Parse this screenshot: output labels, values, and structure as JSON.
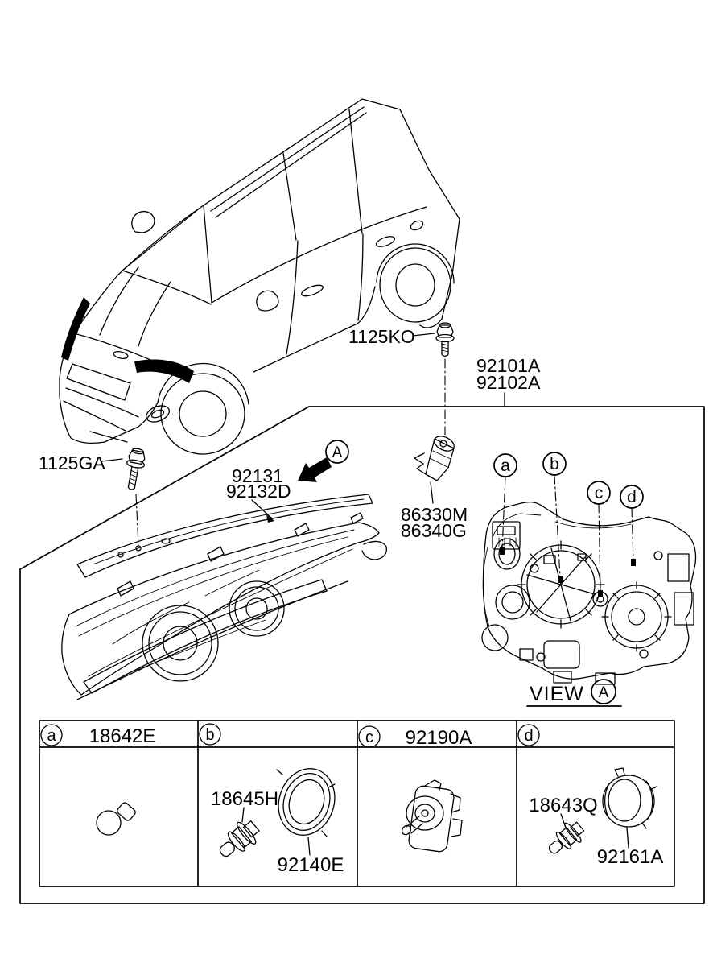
{
  "page": {
    "background": "#ffffff",
    "line_color": "#000000"
  },
  "labels": {
    "bolt_upper": "1125KO",
    "headlamp_assy_rh": "92101A",
    "headlamp_assy_lh": "92102A",
    "bolt_lower": "1125GA",
    "headlamp_shield_rh": "92131",
    "headlamp_shield_lh": "92132D",
    "bracket_rh": "86330M",
    "bracket_lh": "86340G",
    "view_caption": "VIEW",
    "view_ref_letter": "A",
    "direction_ref_letter": "A"
  },
  "callouts": {
    "a": "a",
    "b": "b",
    "c": "c",
    "d": "d"
  },
  "parts_table": {
    "columns": [
      {
        "callout": "a",
        "header_part_no": "18642E",
        "item_labels": []
      },
      {
        "callout": "b",
        "header_part_no": "",
        "item_labels": [
          "18645H",
          "92140E"
        ]
      },
      {
        "callout": "c",
        "header_part_no": "92190A",
        "item_labels": []
      },
      {
        "callout": "d",
        "header_part_no": "",
        "item_labels": [
          "18643Q",
          "92161A"
        ]
      }
    ]
  }
}
